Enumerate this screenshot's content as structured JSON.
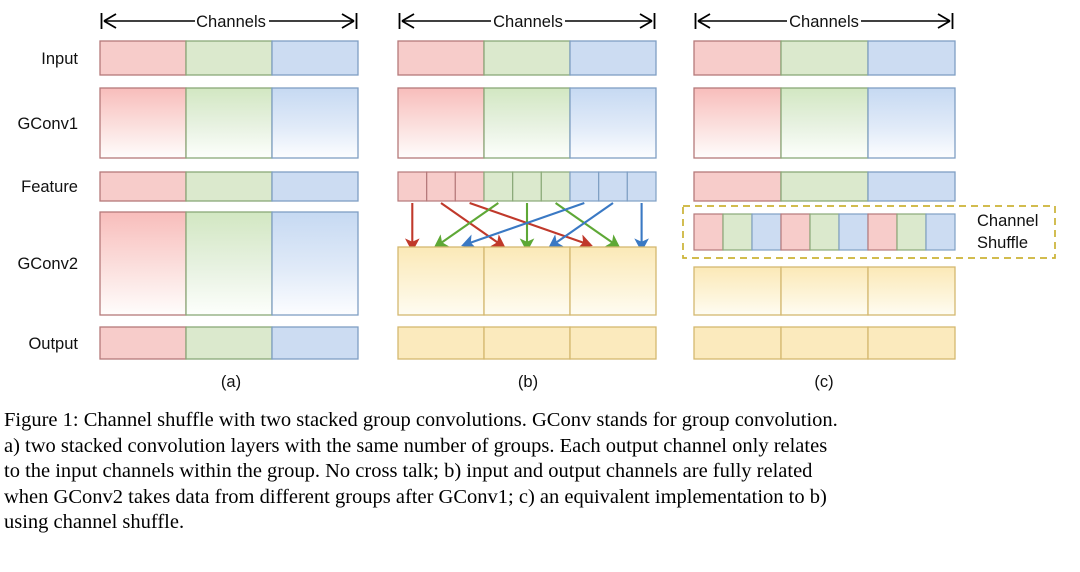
{
  "figure": {
    "row_labels": [
      "Input",
      "GConv1",
      "Feature",
      "GConv2",
      "Output"
    ],
    "axis_label": "Channels",
    "panel_labels": [
      "(a)",
      "(b)",
      "(c)"
    ],
    "annotation": {
      "line1": "Channel",
      "line2": "Shuffle"
    },
    "groups": {
      "count": 3,
      "channels_per_group": 3,
      "names": [
        "group-red",
        "group-green",
        "group-blue"
      ]
    },
    "colors": {
      "red_fill": "#f7ccca",
      "red_border": "#b5797a",
      "green_fill": "#dbe9cd",
      "green_border": "#8aa978",
      "blue_fill": "#ccdcf2",
      "blue_border": "#7f9fc4",
      "yellow_fill": "#fbeabd",
      "yellow_border": "#d4b870",
      "arrow_red": "#c0392b",
      "arrow_green": "#5ea836",
      "arrow_blue": "#3a79c4",
      "dashed_box": "#cbb235",
      "axis_line": "#000000",
      "text": "#111111"
    },
    "shuffle_sequence": [
      "red",
      "green",
      "blue",
      "red",
      "green",
      "blue",
      "red",
      "green",
      "blue"
    ],
    "arrow_map": [
      {
        "from": 0,
        "to": 0,
        "color": "red"
      },
      {
        "from": 1,
        "to": 3,
        "color": "red"
      },
      {
        "from": 2,
        "to": 6,
        "color": "red"
      },
      {
        "from": 3,
        "to": 1,
        "color": "green"
      },
      {
        "from": 4,
        "to": 4,
        "color": "green"
      },
      {
        "from": 5,
        "to": 7,
        "color": "green"
      },
      {
        "from": 6,
        "to": 2,
        "color": "blue"
      },
      {
        "from": 7,
        "to": 5,
        "color": "blue"
      },
      {
        "from": 8,
        "to": 8,
        "color": "blue"
      }
    ]
  },
  "caption": {
    "line1": "Figure 1: Channel shuffle with two stacked group convolutions. GConv stands for group convolution.",
    "line2": "a) two stacked convolution layers with the same number of groups. Each output channel only relates",
    "line3": "to the input channels within the group. No cross talk; b) input and output channels are fully related",
    "line4": "when GConv2 takes data from different groups after GConv1; c) an equivalent implementation to b)",
    "line5": "using channel shuffle."
  }
}
